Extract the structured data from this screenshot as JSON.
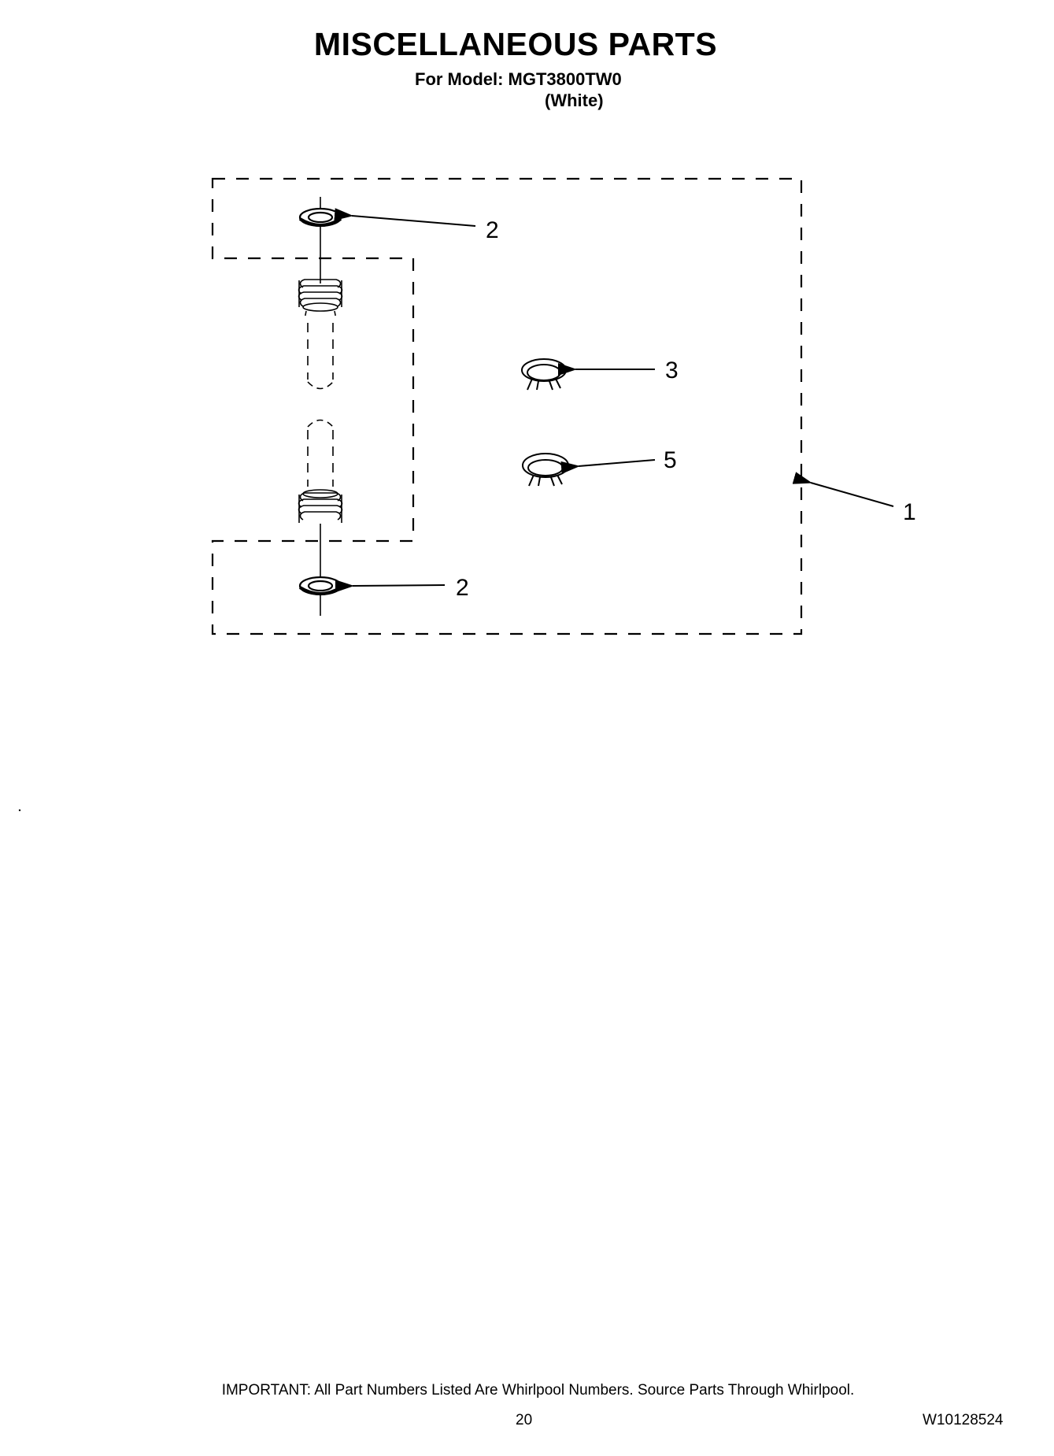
{
  "header": {
    "title": "MISCELLANEOUS PARTS",
    "model_line": "For Model: MGT3800TW0",
    "color_line": "(White)"
  },
  "diagram": {
    "callouts": [
      {
        "id": "washer-top",
        "label": "2"
      },
      {
        "id": "clamp-upper",
        "label": "3"
      },
      {
        "id": "clamp-lower",
        "label": "5"
      },
      {
        "id": "kit",
        "label": "1"
      },
      {
        "id": "washer-bottom",
        "label": "2"
      }
    ]
  },
  "footer": {
    "note": "IMPORTANT: All Part Numbers Listed Are Whirlpool Numbers. Source Parts Through Whirlpool.",
    "page_number": "20",
    "doc_number": "W10128524"
  }
}
